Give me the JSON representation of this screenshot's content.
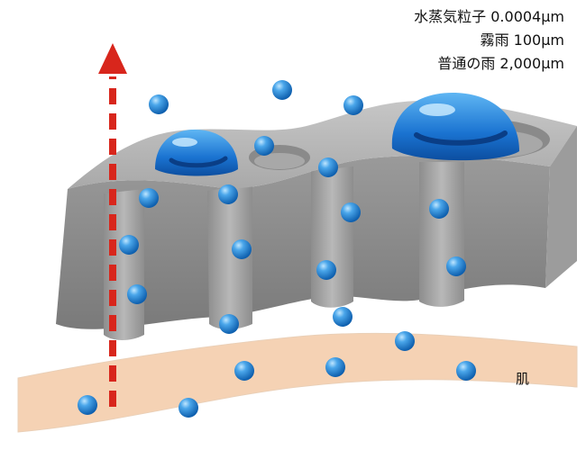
{
  "legend": {
    "lines": [
      "水蒸気粒子 0.0004μm",
      "霧雨 100μm",
      "普通の雨 2,000μm"
    ]
  },
  "labels": {
    "skin": "肌"
  },
  "colors": {
    "skin": "#f5d2b4",
    "fabric_top": "#b9b9b9",
    "fabric_side": "#8a8a8a",
    "arrow": "#d8261c",
    "particle": "#2a8fd8",
    "droplet": "#1c6cc8"
  }
}
